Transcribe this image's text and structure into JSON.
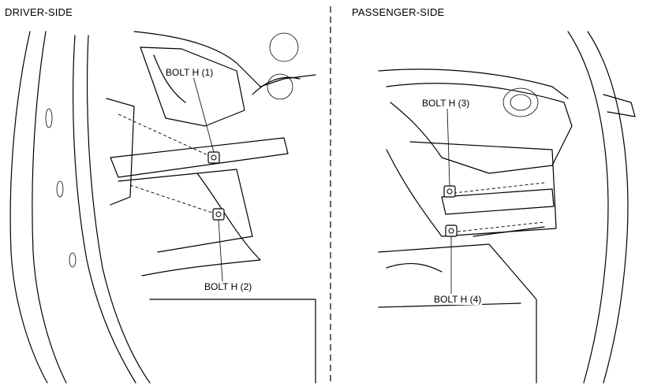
{
  "panels": {
    "left_title": "DRIVER-SIDE",
    "right_title": "PASSENGER-SIDE"
  },
  "callouts": {
    "bolt1": "BOLT H (1)",
    "bolt2": "BOLT H (2)",
    "bolt3": "BOLT H (3)",
    "bolt4": "BOLT H (4)"
  }
}
